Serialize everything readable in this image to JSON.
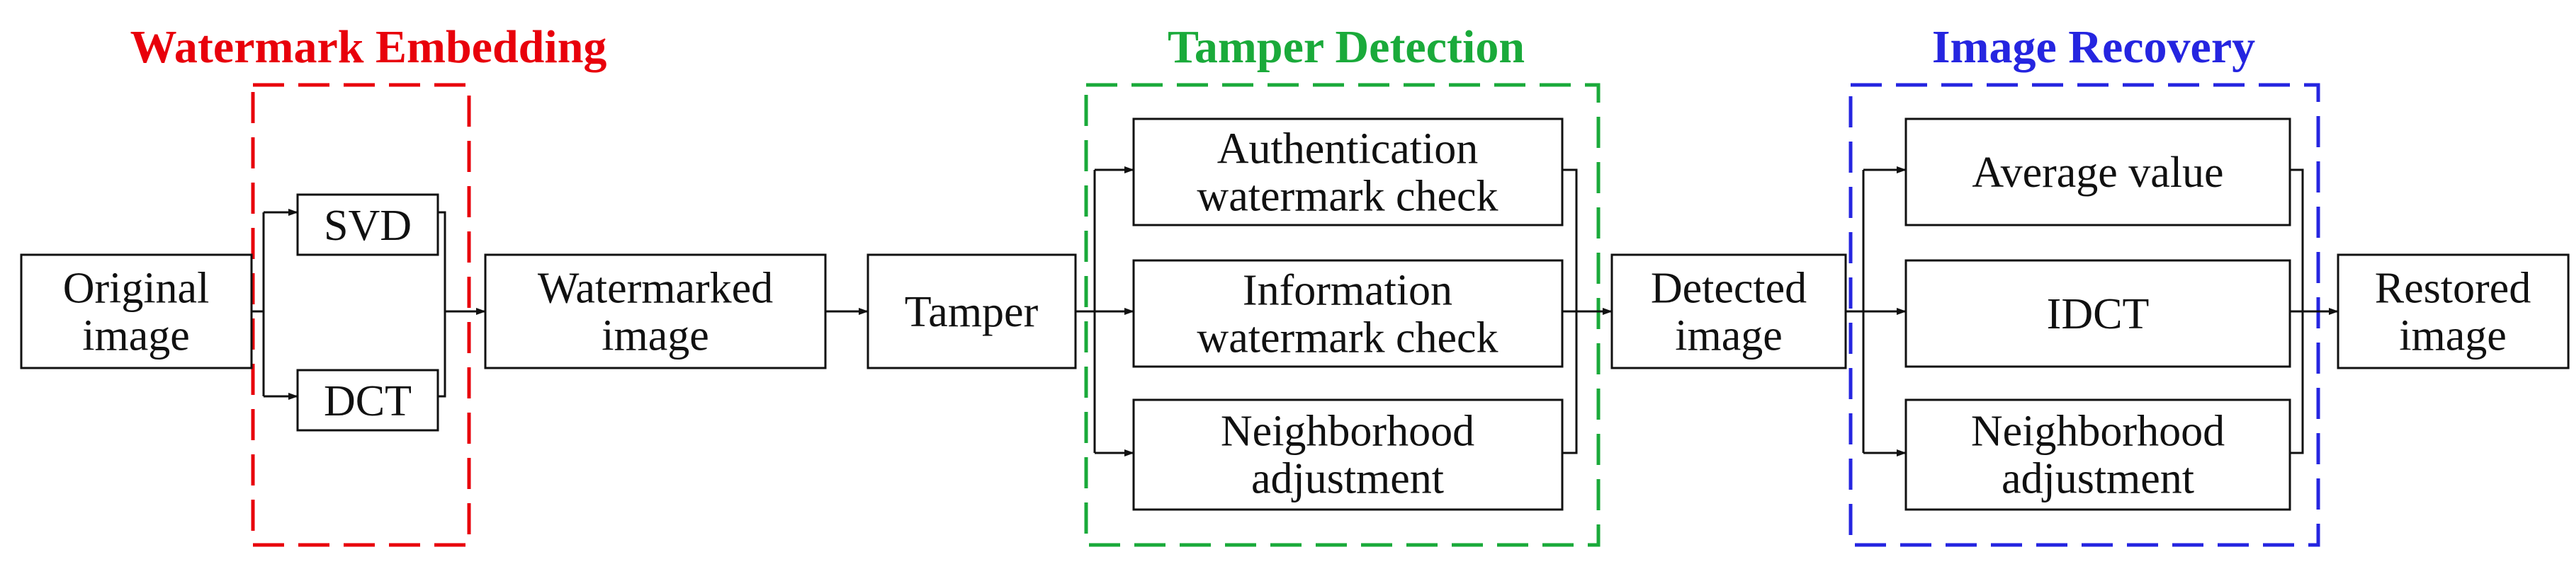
{
  "sections": {
    "embedding": {
      "title": "Watermark Embedding",
      "color": "#e8000b"
    },
    "detection": {
      "title": "Tamper Detection",
      "color": "#1aaa3a"
    },
    "recovery": {
      "title": "Image Recovery",
      "color": "#2525e0"
    }
  },
  "nodes": {
    "original": {
      "lines": [
        "Original",
        "image"
      ]
    },
    "svd": {
      "lines": [
        "SVD"
      ]
    },
    "dct": {
      "lines": [
        "DCT"
      ]
    },
    "watermarked": {
      "lines": [
        "Watermarked",
        "image"
      ]
    },
    "tamper": {
      "lines": [
        "Tamper"
      ]
    },
    "auth_check": {
      "lines": [
        "Authentication",
        "watermark check"
      ]
    },
    "info_check": {
      "lines": [
        "Information",
        "watermark check"
      ]
    },
    "neigh_detect": {
      "lines": [
        "Neighborhood",
        "adjustment"
      ]
    },
    "detected": {
      "lines": [
        "Detected",
        "image"
      ]
    },
    "average": {
      "lines": [
        "Average value"
      ]
    },
    "idct": {
      "lines": [
        "IDCT"
      ]
    },
    "neigh_recover": {
      "lines": [
        "Neighborhood",
        "adjustment"
      ]
    },
    "restored": {
      "lines": [
        "Restored",
        "image"
      ]
    }
  }
}
